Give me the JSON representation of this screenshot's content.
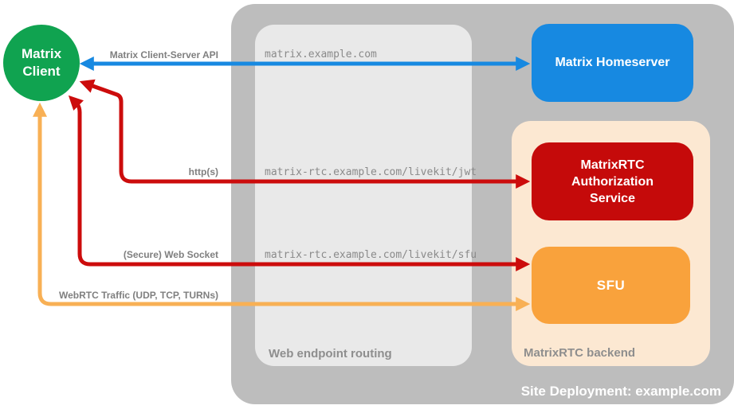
{
  "diagram_title": "Site Deployment: example.com",
  "client": {
    "label": "Matrix Client",
    "lines": [
      "Matrix",
      "Client"
    ],
    "bg": "#10A350"
  },
  "deployment": {
    "label": "Site Deployment: example.com",
    "bg": "#BDBDBD"
  },
  "routing": {
    "label": "Web endpoint routing",
    "bg": "#E9E9E9",
    "endpoints": [
      "matrix.example.com",
      "matrix-rtc.example.com/livekit/jwt",
      "matrix-rtc.example.com/livekit/sfu"
    ]
  },
  "backend": {
    "label": "MatrixRTC backend",
    "bg": "#FCE8D2"
  },
  "nodes": {
    "homeserver": {
      "label": "Matrix Homeserver",
      "bg": "#1789E1"
    },
    "auth_service": {
      "label": "MatrixRTC Authorization Service",
      "bg": "#C50A0A"
    },
    "sfu": {
      "label": "SFU",
      "bg": "#F9A23C"
    }
  },
  "connections": [
    {
      "label": "Matrix Client-Server API",
      "color": "#1789E1",
      "from": "Matrix Client",
      "to": "Matrix Homeserver",
      "bidirectional": true
    },
    {
      "label": "http(s)",
      "color": "#CC0C0C",
      "from": "Matrix Client",
      "to": "MatrixRTC Authorization Service",
      "bidirectional": true
    },
    {
      "label": "(Secure) Web Socket",
      "color": "#CC0C0C",
      "from": "Matrix Client",
      "to": "SFU",
      "bidirectional": true
    },
    {
      "label": "WebRTC Traffic (UDP, TCP, TURNs)",
      "color": "#F8B055",
      "from": "Matrix Client",
      "to": "SFU",
      "bidirectional": true
    }
  ]
}
